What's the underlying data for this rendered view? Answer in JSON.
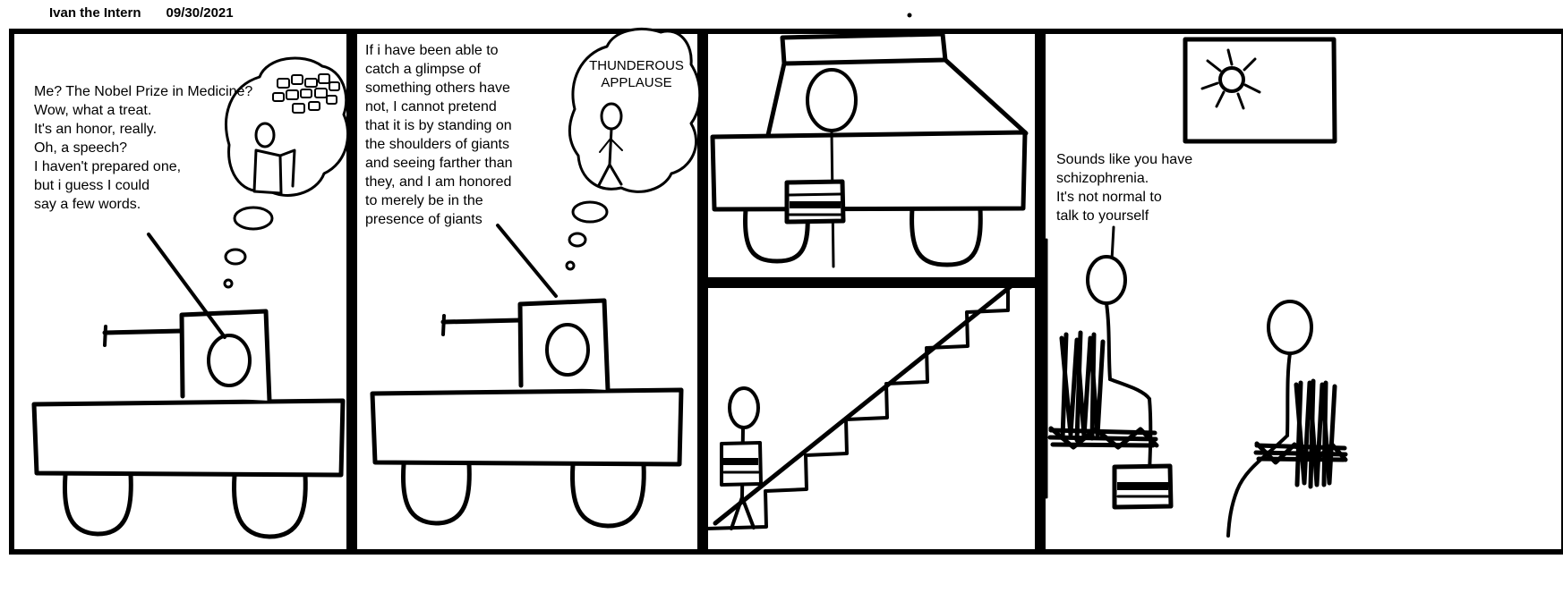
{
  "header": {
    "title": "Ivan the Intern",
    "date": "09/30/2021"
  },
  "panels": {
    "panel1": {
      "dialogue": "Me? The Nobel Prize in Medicine?\nWow, what a treat.\nIt's an honor, really.\nOh, a speech?\nI haven't prepared one,\nbut i guess I could\nsay a few words."
    },
    "panel2": {
      "dialogue": "If i have been able to\ncatch a glimpse of\nsomething others have\nnot, I cannot pretend\nthat it is by standing on\nthe shoulders of giants\nand seeing farther than\nthey, and I am honored\nto merely be in the\npresence of giants",
      "thought_text": "THUNDEROUS\nAPPLAUSE"
    },
    "panel3": {
      "dialogue": ""
    },
    "panel4": {
      "dialogue": "Sounds like you have\nschizophrenia.\nIt's not normal to\ntalk to yourself"
    }
  },
  "colors": {
    "ink": "#000000",
    "paper": "#ffffff"
  }
}
